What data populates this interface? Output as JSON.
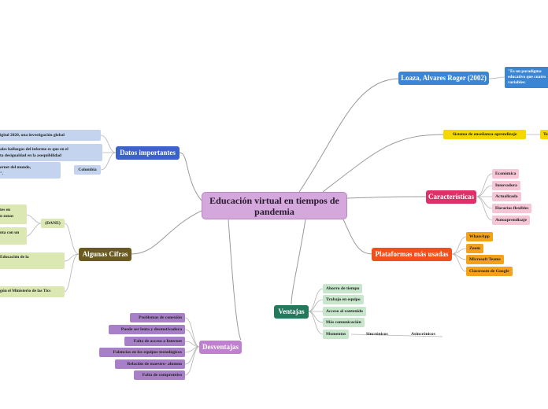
{
  "central": "Educación virtual en tiempos de pandemia",
  "loaza": {
    "title": "Loaza, Alvares Roger (2002)",
    "quote": "\"Es un paradigma educativo que cuatro variables:"
  },
  "sistema": {
    "title": "Sistema de enseñanza-aprendizaje",
    "child": "Tec"
  },
  "caracteristicas": {
    "title": "Características",
    "items": [
      "Económica",
      "Innovadora",
      "Actualizada",
      "Horarios flexibles",
      "Autoaprendizaje"
    ]
  },
  "plataformas": {
    "title": "Plataformas más usadas",
    "items": [
      "WhatsApp",
      "Zoom",
      "Microsoft Teams",
      "Classroom de Google"
    ]
  },
  "ventajas": {
    "title": "Ventajas",
    "items": [
      "Ahorro de tiempo",
      "Trabajo en equipo",
      "Acceso al contenido",
      "Más comunicación",
      "Momentos"
    ],
    "momentos": [
      "Sincrónicos",
      "Asincrónicos"
    ]
  },
  "desventajas": {
    "title": "Desventajas",
    "items": [
      "Problemas de conexión",
      "Puede ser lenta y desmotivadora",
      "Falta de acceso a Internet",
      "Falencias en los equipos tecnológicos",
      "Relación de maestro- alumno",
      "Falta de compromiso"
    ]
  },
  "datos": {
    "title": "Datos importantes",
    "items": [
      "igital 2020, una investigación global",
      "ales hallazgos del informe es que en el\nta desigualdad en la asequibilidad",
      "ernet del mundo,\n\"."
    ],
    "colombia": "Colombia"
  },
  "cifras": {
    "title": "Algunas Cifras",
    "dane": "(DANE)",
    "items": [
      "tes en\nn zonas",
      "nta con un",
      "Educación de la",
      "gún el Ministerio de las Tics"
    ]
  },
  "colors": {
    "central": "#d4a8dc",
    "loaza": "#3a86d4",
    "sistema": "#f5d800",
    "caracteristicas": "#e0306a",
    "plataformas": "#f0501a",
    "ventajas": "#24785c",
    "desventajas": "#c080d0",
    "datos": "#3a62c8",
    "cifras": "#6a5a1e"
  }
}
